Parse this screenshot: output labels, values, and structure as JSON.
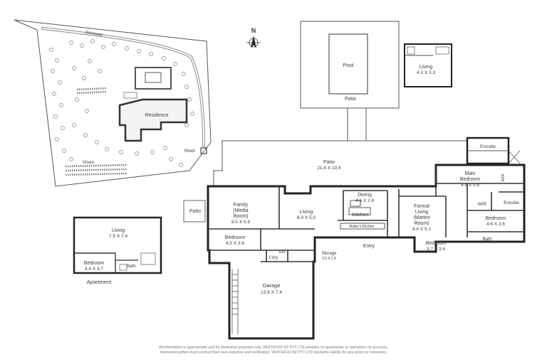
{
  "site": {
    "driveway": "Driveway",
    "residence": "Residence",
    "shed": "Shed",
    "vines": "Vines"
  },
  "compass": {
    "north": "N"
  },
  "pool_area": {
    "pool": "Pool",
    "patio": "Patio",
    "living_name": "Living",
    "living_dim": "4.1 X 3.3"
  },
  "house": {
    "patio_main_name": "Patio",
    "patio_main_dim": "21.8 X 10.6",
    "patio_side": "Patio",
    "family_l1": "Family",
    "family_l2": "(Media",
    "family_l3": "Room)",
    "family_dim": "8.5 X 5.9",
    "living_name": "Living",
    "living_dim": "6.3 X 5.0",
    "dining_name": "Dining",
    "dining_dim": "4.6 X 2.6",
    "kitchen": "Kitchen",
    "butlers": "Butler's Kitchen",
    "formal_l1": "Formal",
    "formal_l2": "Living",
    "formal_l3": "(Martini",
    "formal_l4": "Room)",
    "formal_dim": "6.4 X 5.1",
    "ensuite_top": "Ensuite",
    "main_bed_l1": "Main",
    "main_bed_l2": "Bedroom",
    "main_bed_dim": "4.9 X 5.8",
    "wir_vertical": "WIR",
    "wir": "WIR",
    "ensuite_right": "Ensuite",
    "bed_right_name": "Bedroom",
    "bed_right_dim": "4.6 X 3.6",
    "bath_right": "Bath",
    "bed_left_name": "Bedroom",
    "bed_left_dim": "4.0 X 3.6",
    "bed_entry_name": "Bedroom",
    "bed_entry_dim": "3.7 X 3.4",
    "laundry": "L'dry",
    "entry_small": "Ent",
    "storage_name": "Storage",
    "storage_dim": "2.6 X 1.5",
    "entry": "Entry",
    "garage_name": "Garage",
    "garage_dim": "13.6 X 7.4"
  },
  "apartment": {
    "living_name": "Living",
    "living_dim": "7.5 X 7.4",
    "bed_name": "Bedroom",
    "bed_dim": "4.4 X 3.7",
    "bath": "Bath",
    "caption": "Apartment"
  },
  "disclaimer": {
    "line1": "All information is approximate and for illustrative purposes only. WHITEFOX NZ PTY LTD provides no guarantees or warranties on accuracy.",
    "line2": "Interested parties must conduct their own enquiries and verification. WHITEFOX NZ PTY LTD disclaims liability for any errors or omissions."
  }
}
